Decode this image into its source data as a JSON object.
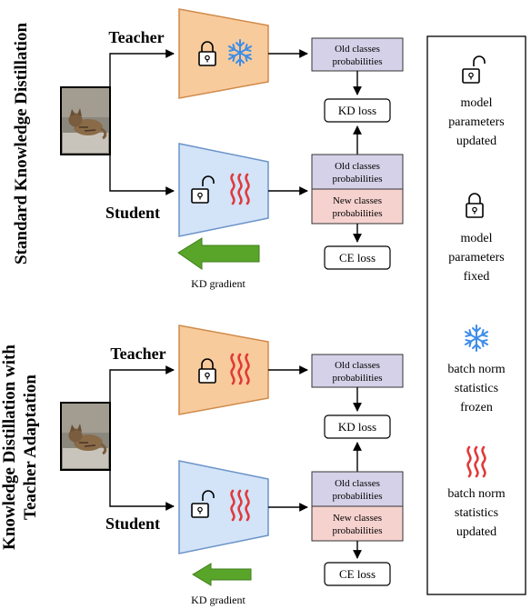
{
  "sections": {
    "top_title": "Standard Knowledge Distillation",
    "bottom_title_line1": "Knowledge Distillation with",
    "bottom_title_line2": "Teacher Adaptation"
  },
  "labels": {
    "teacher": "Teacher",
    "student": "Student",
    "old_probs_line1": "Old classes",
    "old_probs_line2": "probabilities",
    "new_probs_line1": "New classes",
    "new_probs_line2": "probabilities",
    "kd_loss": "KD loss",
    "ce_loss": "CE loss",
    "kd_gradient": "KD gradient"
  },
  "legend": {
    "unlocked_line1": "model",
    "unlocked_line2": "parameters",
    "unlocked_line3": "updated",
    "locked_line1": "model",
    "locked_line2": "parameters",
    "locked_line3": "fixed",
    "frozen_line1": "batch norm",
    "frozen_line2": "statistics",
    "frozen_line3": "frozen",
    "updated_line1": "batch norm",
    "updated_line2": "statistics",
    "updated_line3": "updated"
  },
  "colors": {
    "teacher_fill": "#f8cb9c",
    "teacher_stroke": "#d08a4a",
    "student_fill": "#d3e3f8",
    "student_stroke": "#6a93c8",
    "old_box_fill": "#d5d1e8",
    "new_box_fill": "#f6d2cf",
    "arrow_green": "#58a52a",
    "snowflake": "#3d8de8",
    "heat": "#e03a3a"
  },
  "icons": [
    "lock-icon",
    "unlock-icon",
    "snowflake-icon",
    "heat-waves-icon",
    "cat-photo"
  ]
}
